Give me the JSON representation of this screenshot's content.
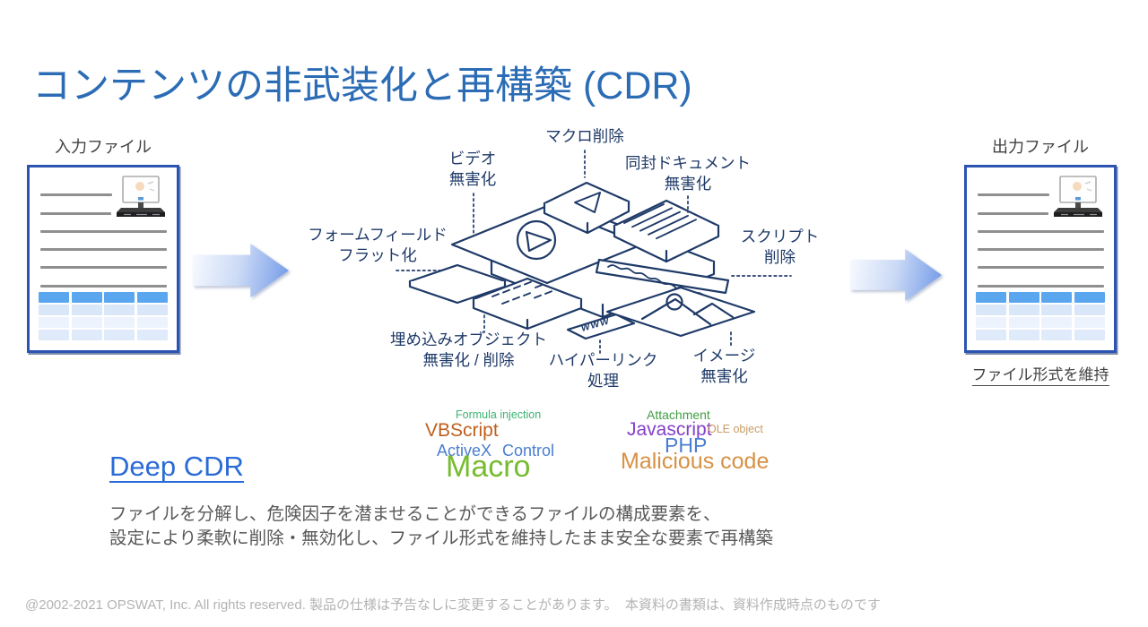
{
  "title": "コンテンツの非武装化と再構築 (CDR)",
  "input_file": {
    "label": "入力ファイル"
  },
  "output_file": {
    "label": "出力ファイル",
    "note": "ファイル形式を維持"
  },
  "diagram": {
    "www_tag": "WWW",
    "labels": [
      {
        "id": "macro-removal",
        "text": "マクロ削除"
      },
      {
        "id": "video-sanitize",
        "text": "ビデオ\n無害化"
      },
      {
        "id": "enclosed-doc-sanitize",
        "text": "同封ドキュメント\n無害化"
      },
      {
        "id": "form-field-flatten",
        "text": "フォームフィールド\nフラット化"
      },
      {
        "id": "script-removal",
        "text": "スクリプト\n削除"
      },
      {
        "id": "embedded-object",
        "text": "埋め込みオブジェクト\n無害化 / 削除"
      },
      {
        "id": "hyperlink-processing",
        "text": "ハイパーリンク\n処理"
      },
      {
        "id": "image-sanitize",
        "text": "イメージ\n無害化"
      }
    ]
  },
  "word_cloud": {
    "left": [
      {
        "text": "Formula injection",
        "color": "#3cb371"
      },
      {
        "text": "VBScript",
        "color": "#c05f1e"
      },
      {
        "text": "ActiveX Control",
        "color": "#4a7ecf"
      },
      {
        "text": "Macro",
        "color": "#76bc2e"
      }
    ],
    "right": [
      {
        "text": "Attachment",
        "color": "#3f9e44"
      },
      {
        "text": "Javascript",
        "color": "#8440c9"
      },
      {
        "text": "OLE object",
        "color": "#c99c64"
      },
      {
        "text": "PHP",
        "color": "#4a7ecf"
      },
      {
        "text": "Malicious code",
        "color": "#d79144"
      }
    ]
  },
  "deep_cdr_link": "Deep CDR",
  "description": {
    "text": "ファイルを分解し、危険因子を潜ませることができるファイルの構成要素を、\n設定により柔軟に削除・無効化し、ファイル形式を維持したまま安全な要素で再構築"
  },
  "footer": "@2002-2021 OPSWAT, Inc. All rights reserved. 製品の仕様は予告なしに変更することがあります。  本資料の書類は、資料作成時点のものです",
  "colors": {
    "title_blue": "#2b6cb5",
    "line_navy": "#1f3a68",
    "doc_border_blue": "#2b54b2",
    "table_header_blue": "#5aa7f0",
    "arrow_blue": "#6f98e7",
    "link_blue": "#2b6bd6",
    "text_gray": "#595959",
    "footer_gray": "#b3b3b3",
    "label_gray": "#404040"
  }
}
